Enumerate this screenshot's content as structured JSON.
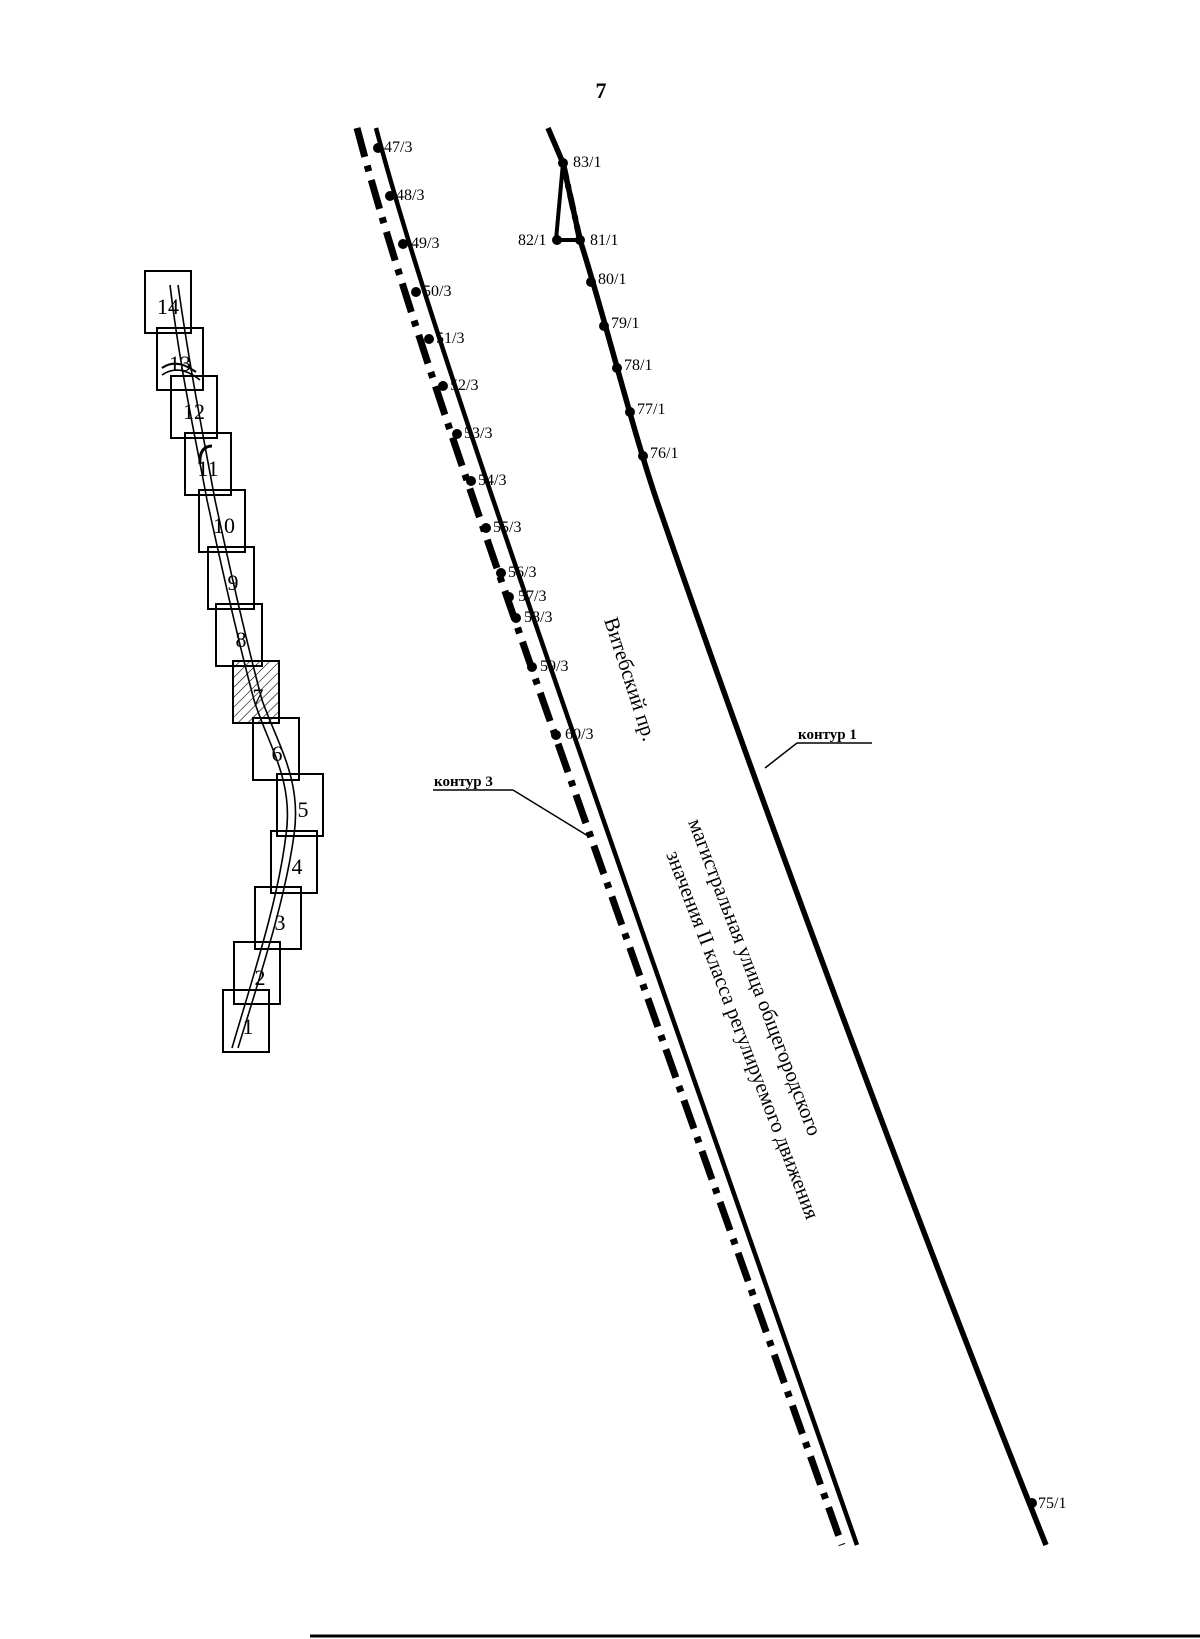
{
  "page_number": "7",
  "street": {
    "name": "Витебский пр.",
    "class_line1": "магистральная улица общегородского",
    "class_line2": "значения II класса регулируемого движения"
  },
  "contours": {
    "contour1": {
      "label": "контур 1"
    },
    "contour3": {
      "label": "контур 3"
    }
  },
  "contour3_points": [
    "47/3",
    "48/3",
    "49/3",
    "50/3",
    "51/3",
    "52/3",
    "53/3",
    "54/3",
    "55/3",
    "56/3",
    "57/3",
    "58/3",
    "59/3",
    "60/3"
  ],
  "contour1_points": [
    "83/1",
    "82/1",
    "81/1",
    "80/1",
    "79/1",
    "78/1",
    "77/1",
    "76/1",
    "75/1"
  ],
  "key_map": {
    "tiles": [
      "1",
      "2",
      "3",
      "4",
      "5",
      "6",
      "7",
      "8",
      "9",
      "10",
      "11",
      "12",
      "13",
      "14"
    ],
    "current_tile": "7"
  }
}
